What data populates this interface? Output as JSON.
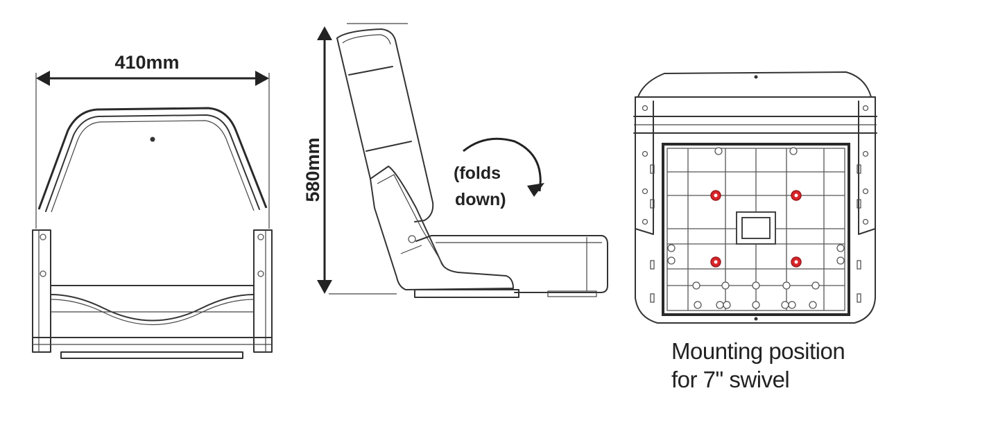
{
  "labels": {
    "width": "410mm",
    "height": "580mm",
    "folds_line1": "(folds",
    "folds_line2": "down)",
    "caption_line1": "Mounting position",
    "caption_line2": "for 7\" swivel"
  },
  "colors": {
    "line": "#333333",
    "mount_highlight": "#d9252a",
    "background": "#ffffff"
  },
  "icons": [
    "front-view-seat",
    "side-view-seat",
    "bottom-view-seat",
    "fold-arrow-icon",
    "dimension-arrow-icon"
  ]
}
